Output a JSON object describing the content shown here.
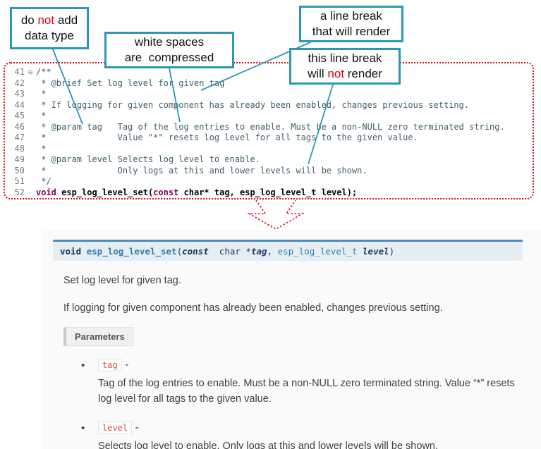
{
  "colors": {
    "callout_border": "#2a97b9",
    "annotation_red": "#e1051a",
    "code_comment": "#41606c",
    "code_keyword": "#7f0055",
    "line_number_gray": "#787878",
    "signature_top_border": "#4a8cc7",
    "signature_background": "#e7eef3",
    "signature_link_blue": "#2d7db3",
    "parameter_chip_red": "#e74c3c",
    "body_text": "#404040"
  },
  "callouts": {
    "no_datatype": {
      "pre": "do ",
      "not": "not",
      "post": " add",
      "line2": "data type"
    },
    "whitespace": {
      "line1": "white spaces",
      "line2": "are  compressed"
    },
    "break_render": {
      "line1": "a line break",
      "line2": "that will render"
    },
    "break_norender": {
      "line1": "this line break",
      "pre": "will ",
      "not": "not",
      "post": " render"
    }
  },
  "code": {
    "fold_icon": "⊖",
    "lines": [
      {
        "num": "41",
        "fold": "⊖",
        "text": "/**"
      },
      {
        "num": "42",
        "fold": "",
        "text": " * @brief Set log level for given tag"
      },
      {
        "num": "43",
        "fold": "",
        "text": " *"
      },
      {
        "num": "44",
        "fold": "",
        "text": " * If logging for given component has already been enabled, changes previous setting."
      },
      {
        "num": "45",
        "fold": "",
        "text": " *"
      },
      {
        "num": "46",
        "fold": "",
        "text": " * @param tag   Tag of the log entries to enable. Must be a non-NULL zero terminated string."
      },
      {
        "num": "47",
        "fold": "",
        "text": " *              Value \"*\" resets log level for all tags to the given value."
      },
      {
        "num": "48",
        "fold": "",
        "text": " *"
      },
      {
        "num": "49",
        "fold": "",
        "text": " * @param level Selects log level to enable."
      },
      {
        "num": "50",
        "fold": "",
        "text": " *              Only logs at this and lower levels will be shown."
      },
      {
        "num": "51",
        "fold": "",
        "text": " */"
      }
    ],
    "line52": {
      "num": "52",
      "kw1": "void",
      "mid": " esp_log_level_set(",
      "kw2": "const",
      "end": " char* tag, esp_log_level_t level);"
    }
  },
  "doc": {
    "signature": {
      "kw_void": "void",
      "name": " esp_log_level_set",
      "open": "(",
      "kw_const": "const",
      "type1": "  char *",
      "param1": "tag",
      "comma": ", ",
      "type2": "esp_log_level_t ",
      "param2": "level",
      "close": ")"
    },
    "brief": "Set log level for given tag.",
    "detail": "If logging for given component has already been enabled, changes previous setting.",
    "parameters_label": "Parameters",
    "params": [
      {
        "bullet": "•",
        "name": "tag",
        "dash": " -",
        "desc": "Tag of the log entries to enable. Must be a non-NULL zero terminated string. Value “*” resets log level for all tags to the given value."
      },
      {
        "bullet": "•",
        "name": "level",
        "dash": " -",
        "desc": "Selects log level to enable. Only logs at this and lower levels will be shown."
      }
    ]
  }
}
